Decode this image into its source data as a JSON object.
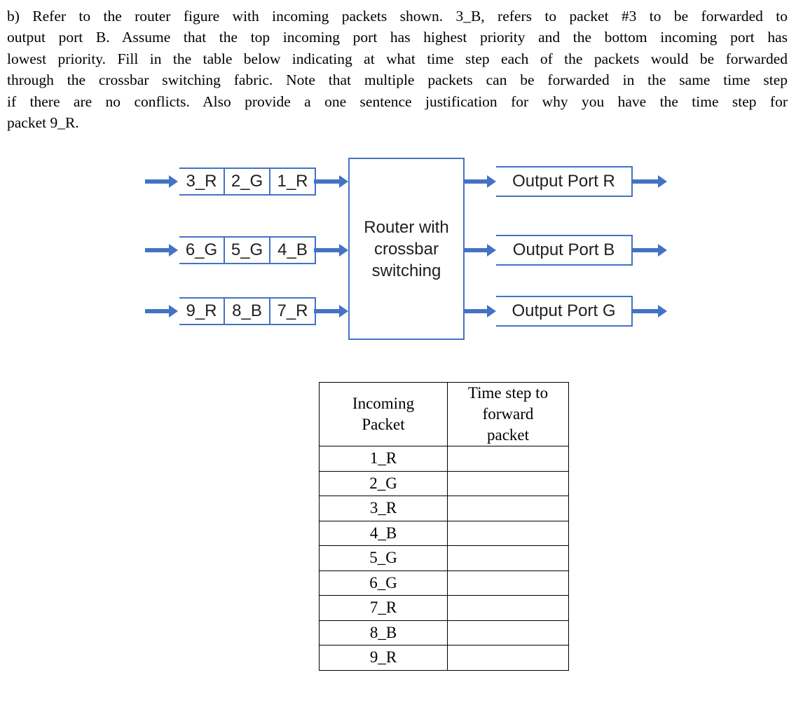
{
  "colors": {
    "accent_blue": "#4472C4",
    "table_border": "#000000",
    "text": "#000000"
  },
  "question": {
    "lines": [
      "b) Refer to the router figure with incoming packets shown. 3_B, refers to packet #3 to be forwarded to",
      "output port B. Assume that the top incoming port has highest priority and the bottom incoming port has",
      "lowest priority. Fill in the table below indicating at what time step each of the packets would be forwarded",
      "through the crossbar switching fabric. Note that multiple packets can be forwarded in the same time step",
      "if there are no conflicts. Also provide a one sentence justification for why you have the time step for",
      "packet 9_R."
    ]
  },
  "diagram": {
    "router_label": "Router with\ncrossbar\nswitching",
    "input_queues": [
      {
        "cells": [
          "3_R",
          "2_G",
          "1_R"
        ]
      },
      {
        "cells": [
          "6_G",
          "5_G",
          "4_B"
        ]
      },
      {
        "cells": [
          "9_R",
          "8_B",
          "7_R"
        ]
      }
    ],
    "output_ports": [
      {
        "label": "Output Port R"
      },
      {
        "label": "Output Port B"
      },
      {
        "label": "Output Port G"
      }
    ]
  },
  "table": {
    "headers": [
      "Incoming\nPacket",
      "Time step to\nforward\npacket"
    ],
    "rows": [
      {
        "packet": "1_R",
        "time": ""
      },
      {
        "packet": "2_G",
        "time": ""
      },
      {
        "packet": "3_R",
        "time": ""
      },
      {
        "packet": "4_B",
        "time": ""
      },
      {
        "packet": "5_G",
        "time": ""
      },
      {
        "packet": "6_G",
        "time": ""
      },
      {
        "packet": "7_R",
        "time": ""
      },
      {
        "packet": "8_B",
        "time": ""
      },
      {
        "packet": "9_R",
        "time": ""
      }
    ]
  }
}
